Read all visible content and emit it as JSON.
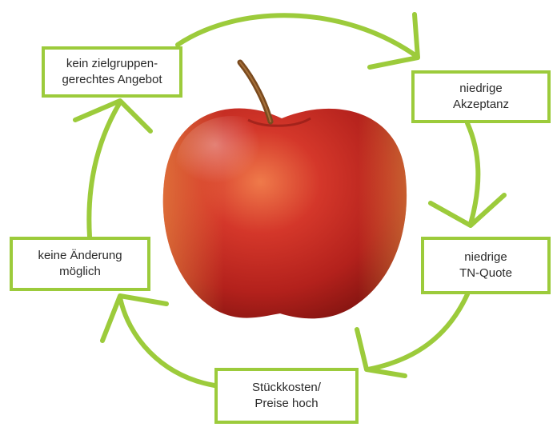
{
  "diagram": {
    "nodes": [
      {
        "id": "n1",
        "label": "kein zielgruppen-\ngerechtes Angebot"
      },
      {
        "id": "n2",
        "label": "niedrige\nAkzeptanz"
      },
      {
        "id": "n3",
        "label": "niedrige\nTN-Quote"
      },
      {
        "id": "n4",
        "label": "Stückkosten/\nPreise hoch"
      },
      {
        "id": "n5",
        "label": "keine Änderung\nmöglich"
      }
    ],
    "edges": [
      {
        "from": "n1",
        "to": "n2"
      },
      {
        "from": "n2",
        "to": "n3"
      },
      {
        "from": "n3",
        "to": "n4"
      },
      {
        "from": "n4",
        "to": "n5"
      },
      {
        "from": "n5",
        "to": "n1"
      }
    ],
    "center_image": "red-apple",
    "colors": {
      "accent": "#9ccb3b",
      "text": "#2a2a2a",
      "apple_red": "#c62a22",
      "apple_highlight": "#e8603a",
      "stem": "#7a4a1e"
    }
  }
}
